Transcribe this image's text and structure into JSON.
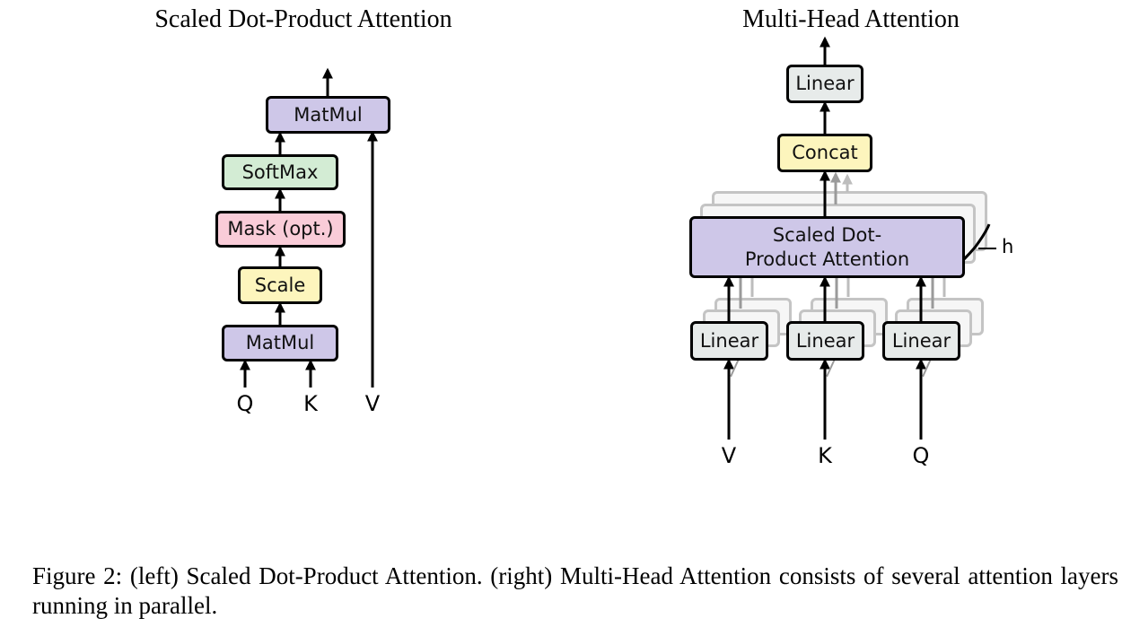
{
  "left_panel": {
    "title": "Scaled Dot-Product Attention",
    "blocks": {
      "matmul_top": "MatMul",
      "softmax": "SoftMax",
      "mask": "Mask (opt.)",
      "scale": "Scale",
      "matmul_bottom": "MatMul"
    },
    "inputs": {
      "q": "Q",
      "k": "K",
      "v": "V"
    }
  },
  "right_panel": {
    "title": "Multi-Head Attention",
    "blocks": {
      "linear_out": "Linear",
      "concat": "Concat",
      "attention": "Scaled Dot-Product Attention",
      "linear_v": "Linear",
      "linear_k": "Linear",
      "linear_q": "Linear"
    },
    "heads_label": "h",
    "inputs": {
      "v": "V",
      "k": "K",
      "q": "Q"
    }
  },
  "caption": "Figure 2: (left) Scaled Dot-Product Attention. (right) Multi-Head Attention consists of several attention layers running in parallel.",
  "colors": {
    "matmul": "#cec7e8",
    "softmax": "#d3ecd4",
    "mask": "#f9ccd8",
    "scale": "#fdf5bd",
    "linear": "#e7ebea",
    "concat": "#fdf5bd",
    "attention": "#cec7e8"
  }
}
